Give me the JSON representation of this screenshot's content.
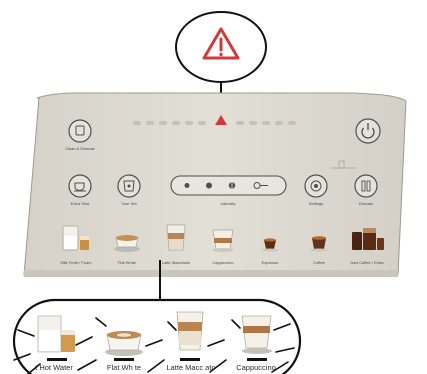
{
  "accent_color": "#d6383a",
  "panel_color": "#dcd8cf",
  "top_buttons": {
    "clean_descale_label": "Clean & Descale",
    "power_icon": "power-icon"
  },
  "second_row": {
    "extra_shot_label": "Extra Shot",
    "your_set_label": "Your Set",
    "intensity_label": "Intensity",
    "settings_label": "Settings",
    "descale_label": "Descale"
  },
  "warning_icon": "warning-triangle-icon",
  "drinks": [
    {
      "label": "Milk Froth / Foam"
    },
    {
      "label": "Flat White"
    },
    {
      "label": "Latte Macchiato"
    },
    {
      "label": "Cappuccino"
    },
    {
      "label": "Espresso"
    },
    {
      "label": "Coffee"
    },
    {
      "label": "Iced Coffee / Extra"
    }
  ],
  "zoom_labels": [
    {
      "label": "t Hot Water"
    },
    {
      "label": "Flat Wh te"
    },
    {
      "label": "Latte Macc ato"
    },
    {
      "label": "Cappuccino"
    }
  ]
}
